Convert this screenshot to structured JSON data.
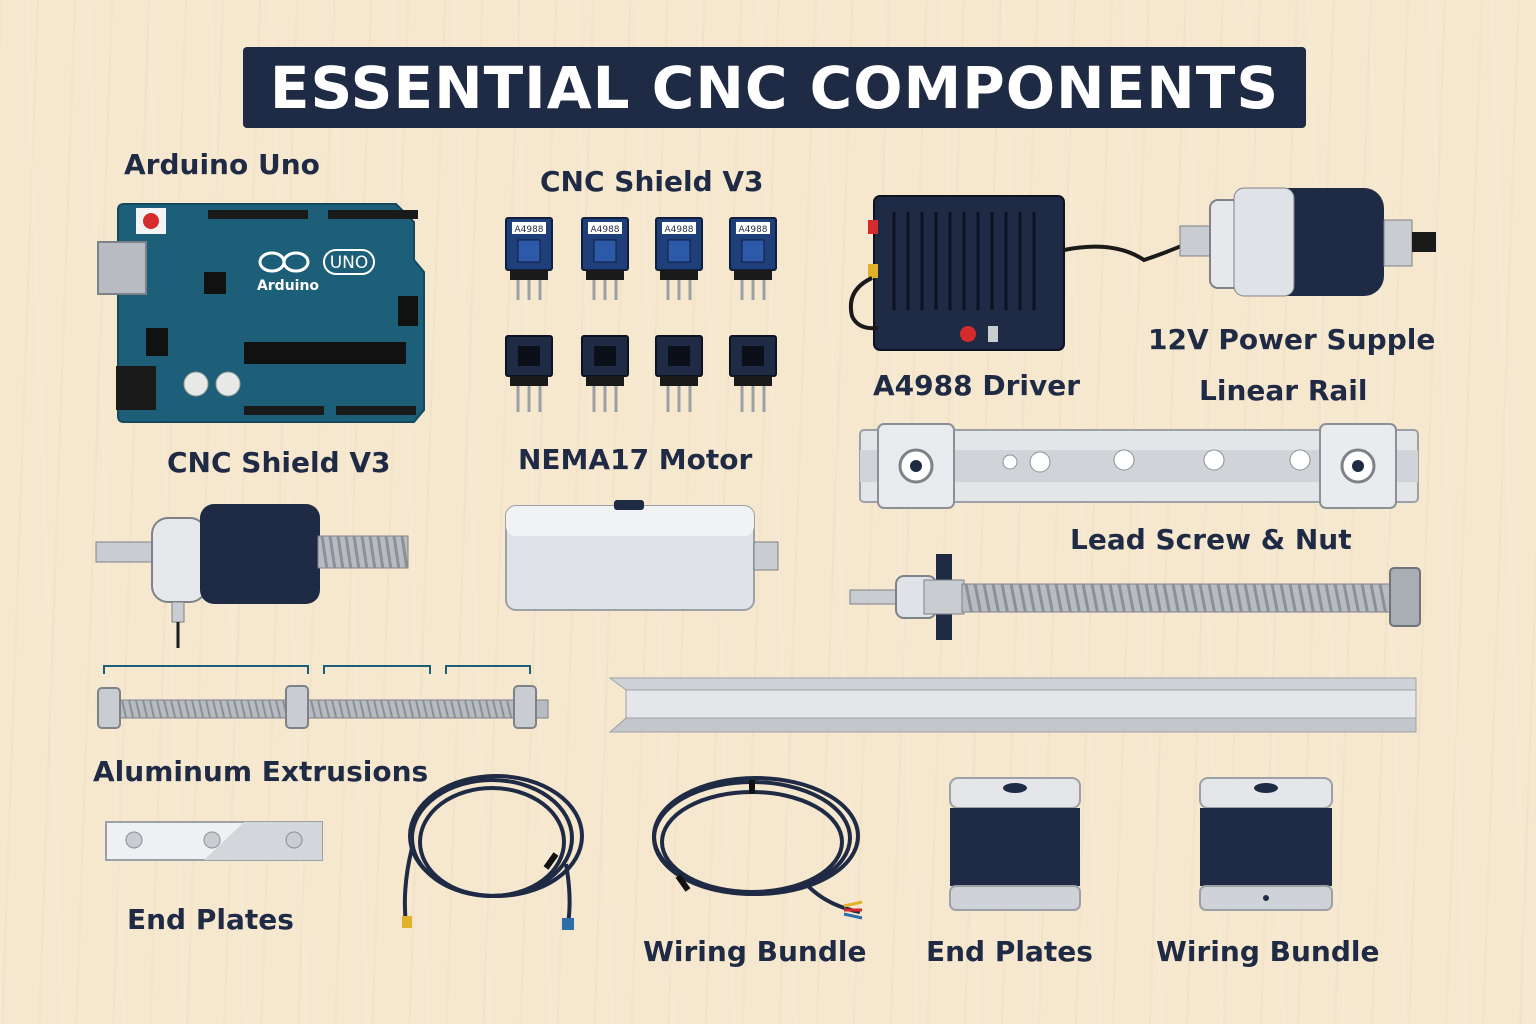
{
  "title": "ESSENTIAL CNC COMPONENTS",
  "labels": {
    "arduino_uno": "Arduino Uno",
    "cnc_shield_top": "CNC Shield V3",
    "cnc_shield_left": "CNC Shield V3",
    "nema17_motor": "NEMA17 Motor",
    "a4988_driver": "A4988 Driver",
    "power_supply": "12V Power Supple",
    "linear_rail": "Linear Rail",
    "lead_screw": "Lead Screw & Nut",
    "aluminum_extrusions": "Aluminum Extrusions",
    "end_plates_left": "End Plates",
    "wiring_bundle_mid": "Wiring Bundle",
    "end_plates_right": "End Plates",
    "wiring_bundle_right": "Wiring Bundle"
  },
  "board_text": {
    "brand": "Arduino",
    "model": "UNO"
  },
  "driver_chip_text": "A4988",
  "colors": {
    "navy": "#1f2a44",
    "board_teal": "#1d5f78",
    "background": "#f6e7cf",
    "silver": "#c9ccd1"
  }
}
